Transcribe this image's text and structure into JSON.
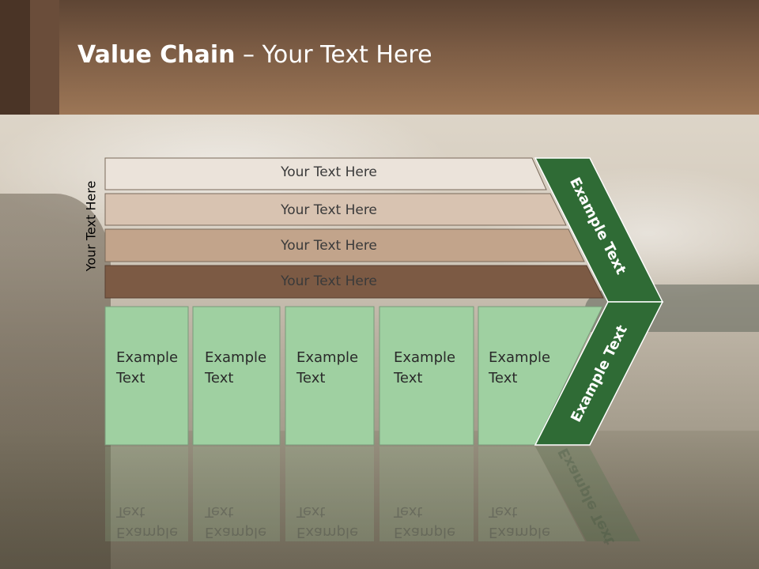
{
  "slide": {
    "title_bold": "Value Chain",
    "title_rest": " – Your Text Here",
    "side_label": "Your Text Here"
  },
  "rows": [
    {
      "label": "Your Text Here",
      "color": "#ebe3da"
    },
    {
      "label": "Your Text Here",
      "color": "#d8c3b1"
    },
    {
      "label": "Your Text Here",
      "color": "#c2a48b"
    },
    {
      "label": "Your Text Here",
      "color": "#7c5a44"
    }
  ],
  "chevrons": {
    "top_label": "Example Text",
    "bottom_label": "Example Text",
    "color": "#2f6b35"
  },
  "cells": [
    {
      "text": "Example\nText"
    },
    {
      "text": "Example\nText"
    },
    {
      "text": "Example\nText"
    },
    {
      "text": "Example\nText"
    },
    {
      "text": "Example\nText"
    }
  ],
  "cell_color": "#9fd0a1"
}
